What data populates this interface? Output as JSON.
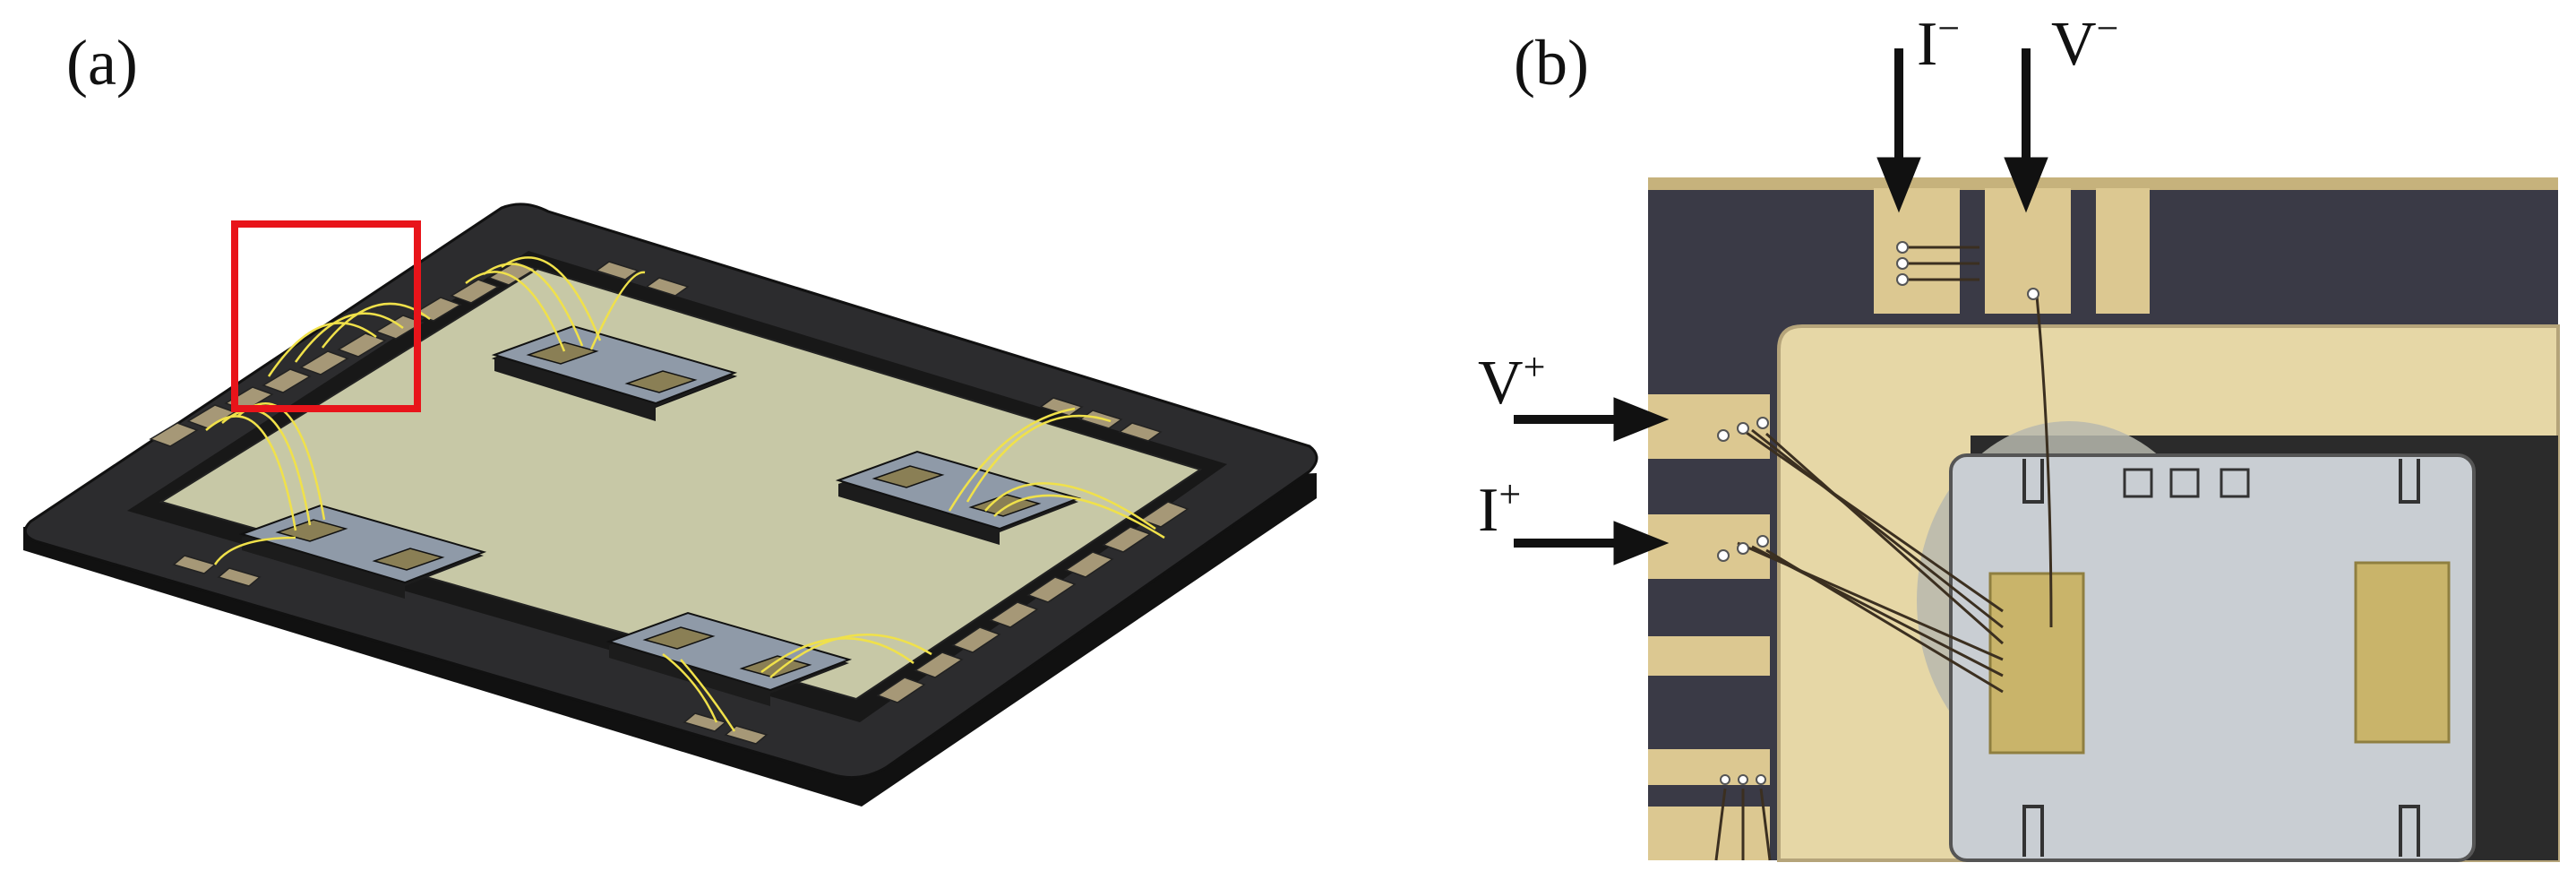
{
  "panels": {
    "a": {
      "label": "(a)"
    },
    "b": {
      "label": "(b)"
    }
  },
  "terminals": {
    "i_minus": {
      "base": "I",
      "sign": "−"
    },
    "v_minus": {
      "base": "V",
      "sign": "−"
    },
    "v_plus": {
      "base": "V",
      "sign": "+"
    },
    "i_plus": {
      "base": "I",
      "sign": "+"
    }
  },
  "colors": {
    "frame_dark": "#2c2c2e",
    "frame_side": "#111111",
    "substrate": "#c7c8a6",
    "chip": "#8f9aa8",
    "chip_pad": "#8a7f55",
    "bond_pad": "#a69877",
    "wire": "#f0e14a",
    "highlight_box": "#e8141a",
    "photo_gold": "#dcc891",
    "photo_dark": "#3a3a46",
    "photo_chip": "#c9ced3",
    "arrow": "#111111"
  },
  "icons": {
    "arrow": "arrow-icon"
  }
}
